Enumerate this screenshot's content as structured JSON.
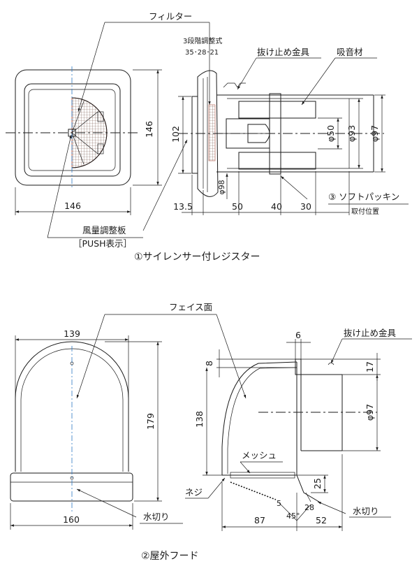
{
  "diagram1": {
    "caption": "①サイレンサー付レジスター",
    "filter_label": "フィルター",
    "damper_label": "風量調整板",
    "push_label": "［PUSH表示］",
    "stages_label": "3段階調整式",
    "stages_values": "35･28･21",
    "retainer_label": "抜け止め金具",
    "absorber_label": "吸音材",
    "packing_label": "③ ソフトパッキン",
    "mount_label": "取付位置",
    "dim_146_h": "146",
    "dim_146_v": "146",
    "dim_102": "102",
    "dim_phi50": "φ50",
    "dim_phi93": "φ93",
    "dim_phi97": "φ97",
    "dim_phi98": "φ98",
    "dim_13_5": "13.5",
    "dim_50": "50",
    "dim_40": "40",
    "dim_30": "30"
  },
  "diagram2": {
    "caption": "②屋外フード",
    "face_label": "フェイス面",
    "retainer_label": "抜け止め金具",
    "mesh_label": "メッシュ",
    "screw_label": "ネジ",
    "drip_label_front": "水切り",
    "drip_label_side": "水切り",
    "dim_139": "139",
    "dim_179": "179",
    "dim_160": "160",
    "dim_6": "6",
    "dim_8": "8",
    "dim_17": "17",
    "dim_138": "138",
    "dim_phi97": "φ97",
    "dim_25": "25",
    "dim_87": "87",
    "dim_52": "52",
    "dim_5": "5",
    "dim_45deg": "45°",
    "dim_28": "28"
  },
  "colors": {
    "line": "#1a1a1a",
    "centerline": "#2b78c4",
    "filter_mesh": "#b86a5a"
  }
}
